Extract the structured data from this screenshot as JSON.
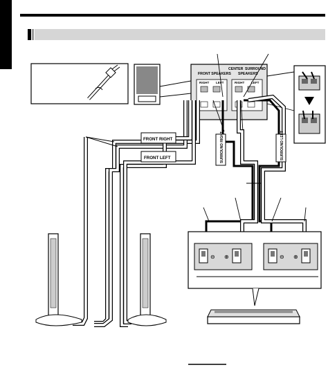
{
  "terminal_panel": {
    "front_speakers": "FRONT SPEAKERS",
    "center_line1": "CENTER",
    "surround_line1": "SURROUND",
    "speakers_word": "SPEAKERS",
    "right": "RIGHT",
    "left": "LEFT",
    "center_right": "RIGHT",
    "center_left": "LEFT"
  },
  "cable_tags": {
    "front_right": "FRONT RIGHT",
    "front_left": "FRONT LEFT",
    "surround_right": "SURROUND RIGHT",
    "surround_left": "SURROUND LEFT"
  },
  "polarity": {
    "minus": "⊖",
    "plus": "⊕"
  }
}
